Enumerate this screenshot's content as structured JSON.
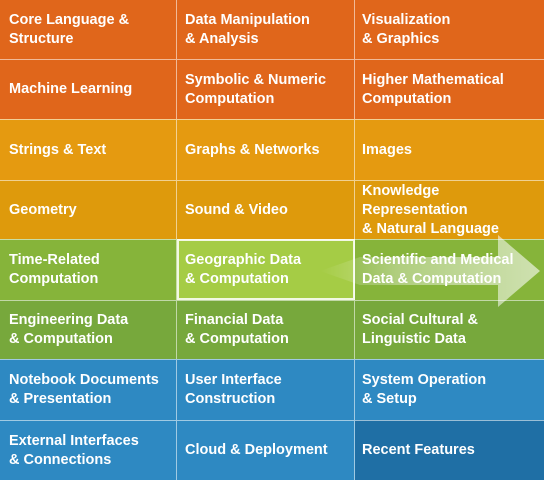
{
  "grid": {
    "rows": [
      {
        "color": "#e0661b",
        "cells": [
          {
            "label": "Core Language &\nStructure"
          },
          {
            "label": "Data Manipulation\n& Analysis"
          },
          {
            "label": "Visualization\n& Graphics"
          }
        ]
      },
      {
        "color": "#e0661b",
        "cells": [
          {
            "label": "Machine Learning"
          },
          {
            "label": "Symbolic & Numeric\nComputation"
          },
          {
            "label": "Higher Mathematical\nComputation"
          }
        ]
      },
      {
        "color": "#e59a10",
        "cells": [
          {
            "label": "Strings & Text"
          },
          {
            "label": "Graphs & Networks"
          },
          {
            "label": "Images"
          }
        ]
      },
      {
        "color": "#de9a0c",
        "cells": [
          {
            "label": "Geometry"
          },
          {
            "label": "Sound & Video"
          },
          {
            "label": "Knowledge Representation\n& Natural Language"
          }
        ]
      },
      {
        "color": "#86b43a",
        "highlight_color": "#a5cc45",
        "cells": [
          {
            "label": "Time-Related\nComputation"
          },
          {
            "label": "Geographic Data\n& Computation",
            "selected": true
          },
          {
            "label": "Scientific and Medical\nData & Computation"
          }
        ]
      },
      {
        "color": "#77a83c",
        "cells": [
          {
            "label": "Engineering Data\n& Computation"
          },
          {
            "label": "Financial Data\n& Computation"
          },
          {
            "label": "Social Cultural &\nLinguistic Data"
          }
        ]
      },
      {
        "color": "#2e89c2",
        "cells": [
          {
            "label": "Notebook Documents\n& Presentation"
          },
          {
            "label": "User Interface\nConstruction"
          },
          {
            "label": "System Operation\n& Setup"
          }
        ]
      },
      {
        "color": "#2e89c2",
        "last_cell_color": "#1f6fa5",
        "cells": [
          {
            "label": "External Interfaces\n& Connections"
          },
          {
            "label": "Cloud & Deployment"
          },
          {
            "label": "Recent Features"
          }
        ]
      }
    ]
  },
  "icons": {
    "arrow": "right-arrow-icon"
  }
}
